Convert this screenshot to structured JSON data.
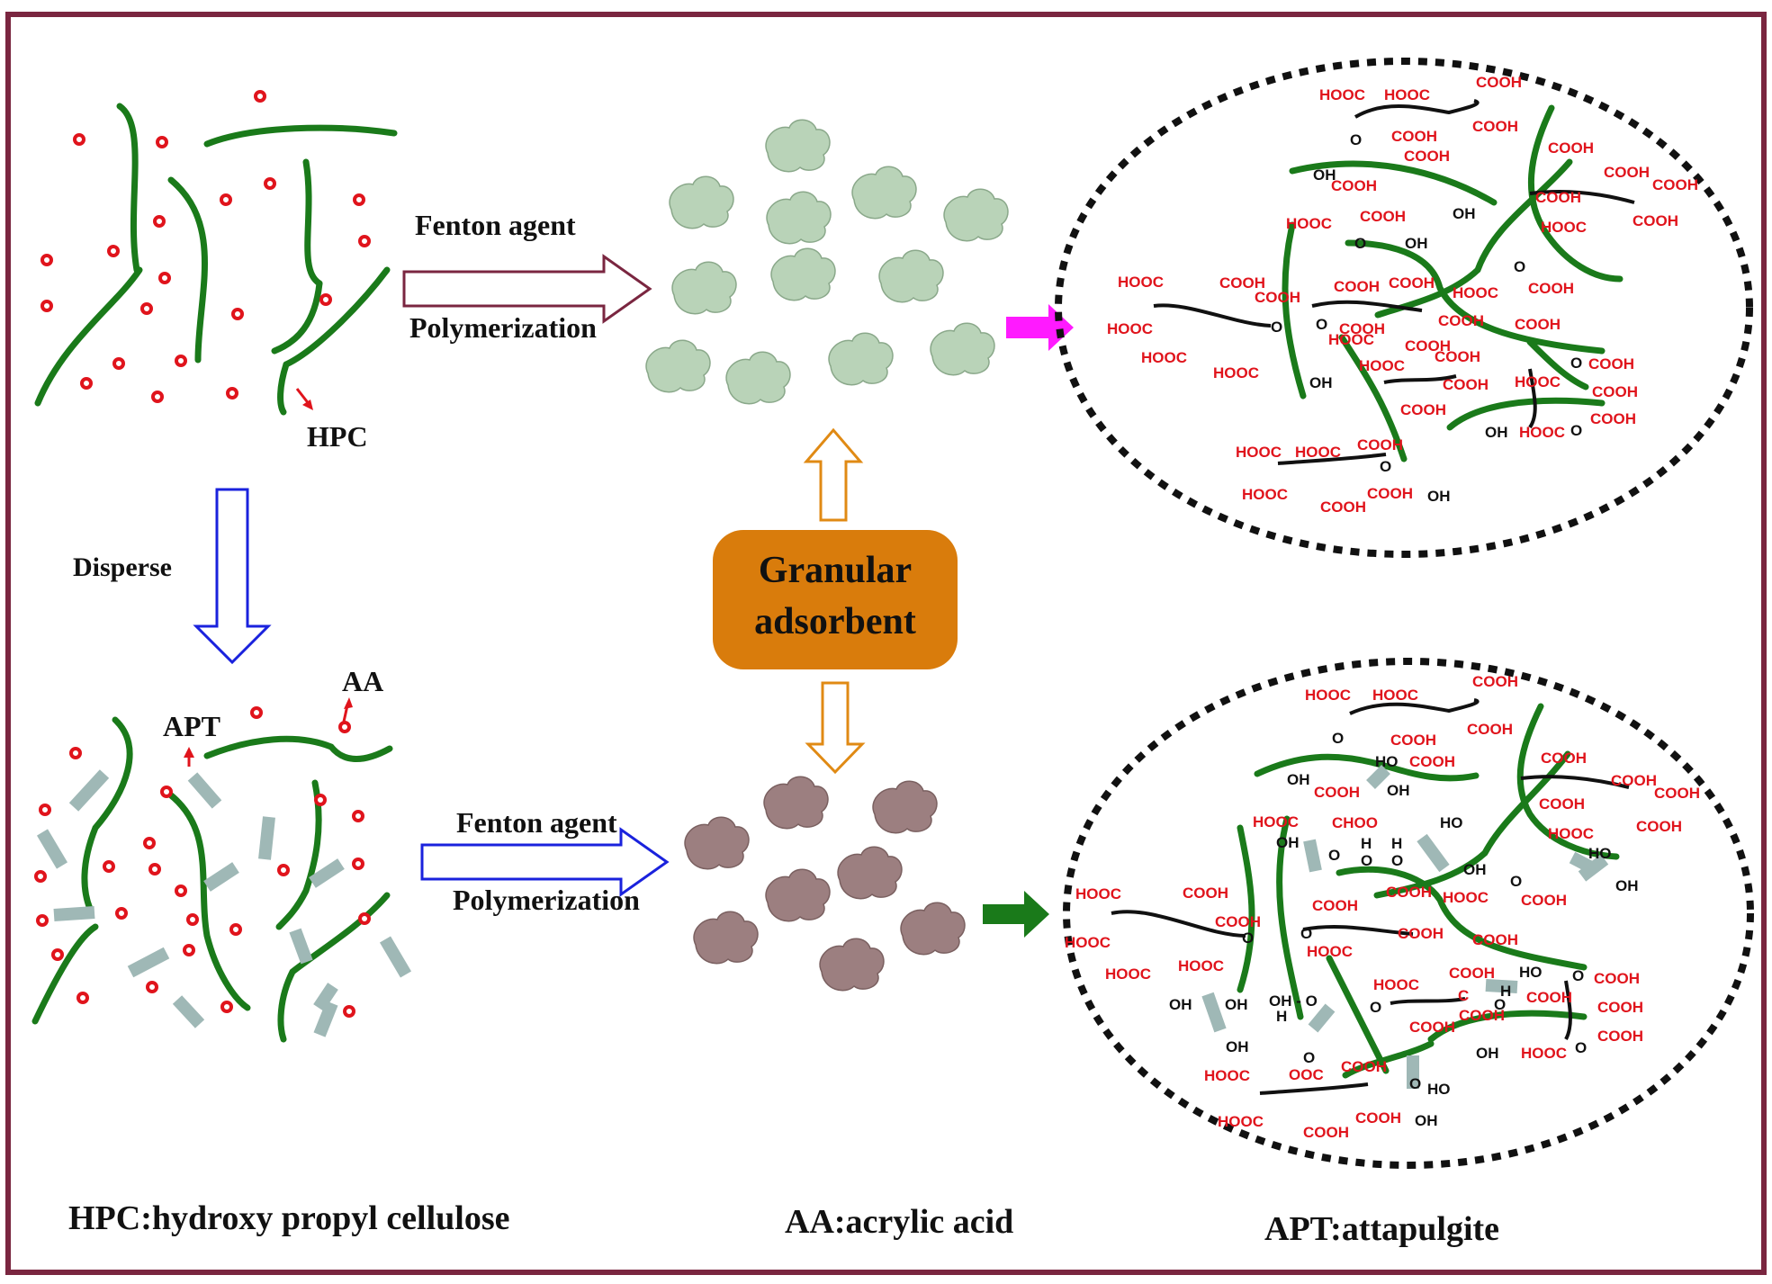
{
  "colors": {
    "frame": "#7a2640",
    "chain": "#1a7a1a",
    "monomer": "#e0141c",
    "clay": "#9fb8b6",
    "cloud_light": "#b9d3b8",
    "cloud_dark": "#9c7f80",
    "center_box": "#d97c0c",
    "magenta_arrow": "#ff1aff",
    "green_arrow": "#1a7a1a",
    "blue_arrow": "#1a22dd",
    "maroon_arrow": "#7a2640",
    "orange_arrow": "#e08a14"
  },
  "labels": {
    "hpc_pointer": "HPC",
    "aa_pointer": "AA",
    "apt_pointer": "APT",
    "disperse": "Disperse",
    "top_arrow_line1": "Fenton agent",
    "top_arrow_line2": "Polymerization",
    "bottom_arrow_line1": "Fenton agent",
    "bottom_arrow_line2": "Polymerization",
    "center_line1": "Granular",
    "center_line2": "adsorbent"
  },
  "legend": {
    "hpc": "HPC:hydroxy propyl cellulose",
    "aa": "AA:acrylic acid",
    "apt": "APT:attapulgite"
  },
  "groups": {
    "cooh": "COOH",
    "hooc": "HOOC",
    "oh": "OH",
    "ho": "HO",
    "o": "O",
    "h": "H",
    "chooc": "CHOO",
    "ooc": "OOC",
    "c": "C",
    "oh_dash_o": "OH - O"
  },
  "arrow_icons": [
    "hollow-arrow-right-icon",
    "hollow-arrow-down-icon",
    "hollow-arrow-up-icon",
    "solid-arrow-right-icon"
  ]
}
